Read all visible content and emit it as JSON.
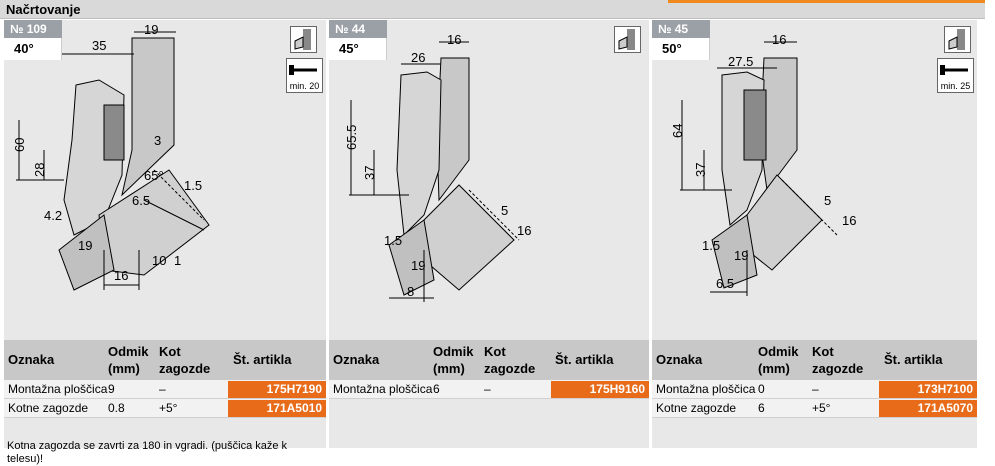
{
  "header": {
    "title": "Načrtovanje",
    "accent_color": "#f08a1c"
  },
  "panels": [
    {
      "number": "№ 109",
      "angle": "40°",
      "screw_min": "min. 20",
      "dims": {
        "d19": "19",
        "d35": "35",
        "d60": "60",
        "d28": "28",
        "d3": "3",
        "d65deg": "65°",
        "d15a": "1.5",
        "d65": "6.5",
        "d42": "4.2",
        "d19b": "19",
        "d10": "10",
        "d1": "1",
        "d16": "16"
      },
      "table": {
        "headers": {
          "oznaka": "Oznaka",
          "odmik": "Odmik",
          "mm": "(mm)",
          "kot": "Kot",
          "zagozde": "zagozde",
          "artikel": "Št. artikla"
        },
        "rows": [
          {
            "oznaka": "Montažna ploščica",
            "odmik": "9",
            "kot": "–",
            "artikel": "175H7190"
          },
          {
            "oznaka": "Kotne zagozde",
            "odmik": "0.8",
            "kot": "+5°",
            "artikel": "171A5010"
          }
        ],
        "note": "Kotna zagozda se zavrti za 180 in vgradi. (puščica kaže k telesu)!"
      }
    },
    {
      "number": "№ 44",
      "angle": "45°",
      "dims": {
        "d16": "16",
        "d26": "26",
        "d655": "65.5",
        "d37": "37",
        "d15": "1.5",
        "d19": "19",
        "d5": "5",
        "d16b": "16",
        "d8": "8"
      },
      "table": {
        "headers": {
          "oznaka": "Oznaka",
          "odmik": "Odmik",
          "mm": "(mm)",
          "kot": "Kot",
          "zagozde": "zagozde",
          "artikel": "Št. artikla"
        },
        "rows": [
          {
            "oznaka": "Montažna ploščica",
            "odmik": "6",
            "kot": "–",
            "artikel": "175H9160"
          }
        ]
      }
    },
    {
      "number": "№ 45",
      "angle": "50°",
      "screw_min": "min. 25",
      "dims": {
        "d16": "16",
        "d275": "27.5",
        "d64": "64",
        "d37": "37",
        "d5": "5",
        "d16b": "16",
        "d15": "1.5",
        "d19": "19",
        "d65": "6.5"
      },
      "table": {
        "headers": {
          "oznaka": "Oznaka",
          "odmik": "Odmik",
          "mm": "(mm)",
          "kot": "Kot",
          "zagozde": "zagozde",
          "artikel": "Št. artikla"
        },
        "rows": [
          {
            "oznaka": "Montažna ploščica",
            "odmik": "0",
            "kot": "–",
            "artikel": "173H7100"
          },
          {
            "oznaka": "Kotne zagozde",
            "odmik": "6",
            "kot": "+5°",
            "artikel": "171A5070"
          }
        ]
      }
    }
  ]
}
